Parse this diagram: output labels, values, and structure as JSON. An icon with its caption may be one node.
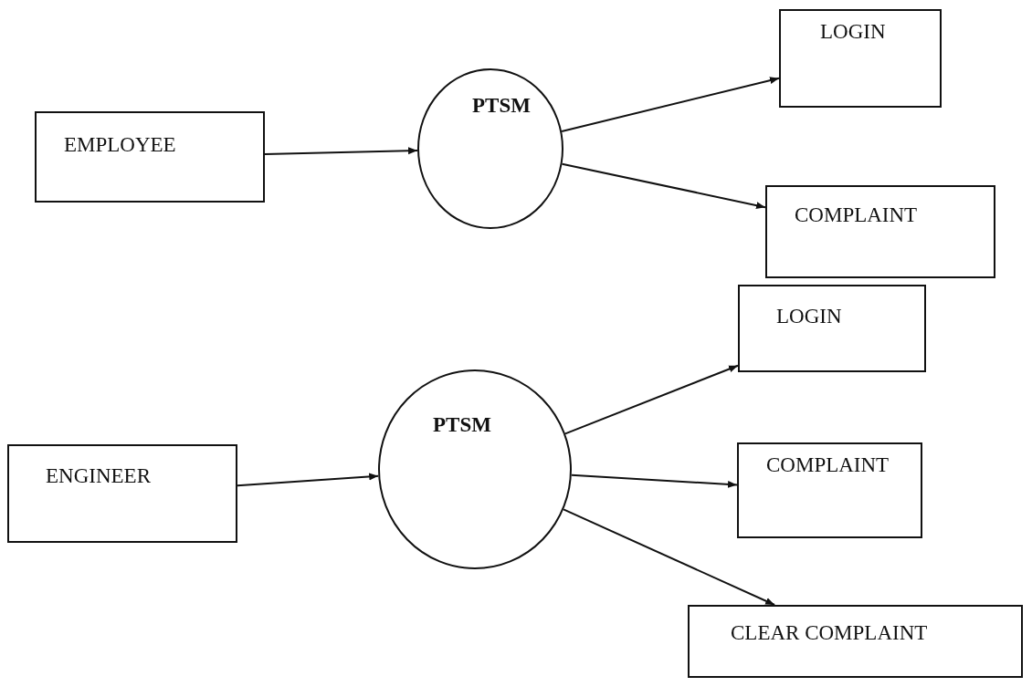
{
  "diagram": {
    "nodes": [
      {
        "text": [
          "EMPLOYEE"
        ]
      },
      {
        "text": [
          "PTSM"
        ]
      },
      {
        "text": [
          "LOGIN"
        ]
      },
      {
        "text": [
          "COMPLAINT"
        ]
      },
      {
        "text": [
          "LOGIN"
        ]
      },
      {
        "text": [
          "ENGINEER"
        ]
      },
      {
        "text": [
          "PTSM"
        ]
      },
      {
        "text": [
          "COMPLAINT"
        ]
      },
      {
        "text": [
          "CLEAR COMPLAINT"
        ]
      }
    ],
    "edges": [
      {
        "from": 0,
        "to": 1,
        "arrow": "to"
      },
      {
        "from": 1,
        "to": 2,
        "arrow": "to"
      },
      {
        "from": 1,
        "to": 3,
        "arrow": "to"
      },
      {
        "from": 5,
        "to": 6,
        "arrow": "to"
      },
      {
        "from": 6,
        "to": 4,
        "arrow": "to"
      },
      {
        "from": 6,
        "to": 7,
        "arrow": "to"
      },
      {
        "from": 6,
        "to": 8,
        "arrow": "to"
      }
    ]
  }
}
